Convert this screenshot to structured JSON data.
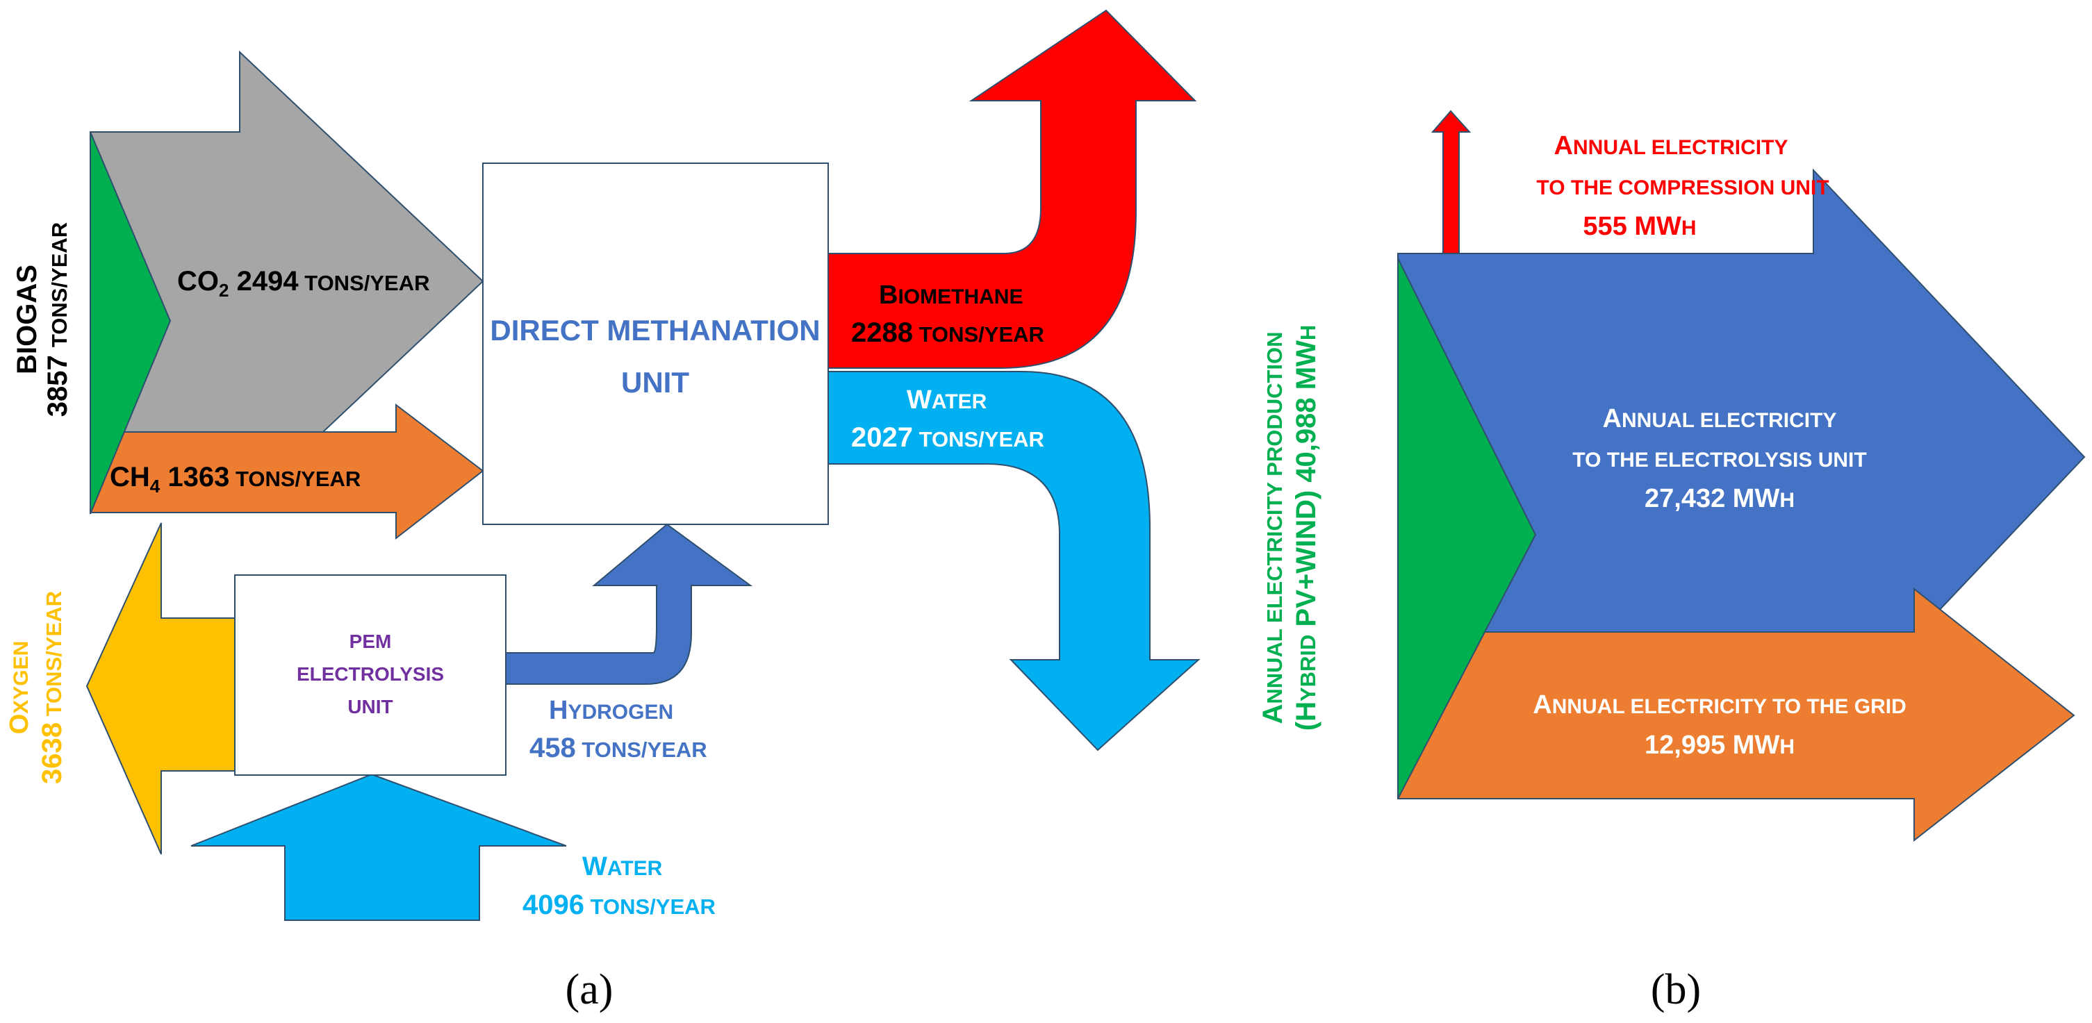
{
  "panel_a": {
    "caption": "(a)",
    "biogas": {
      "name": "BIOGAS",
      "value": "3857",
      "unit": "TONS/YEAR"
    },
    "co2": {
      "prefix": "CO",
      "sub": "2",
      "value": " 2494",
      "unit": " TONS/YEAR"
    },
    "ch4": {
      "prefix": "CH",
      "sub": "4",
      "value": " 1363",
      "unit": " TONS/YEAR"
    },
    "methanation": {
      "line1": "DIRECT METHANATION",
      "line2": "UNIT"
    },
    "biomethane": {
      "name_initial": "B",
      "name_rest": "IOMETHANE",
      "value": "2288",
      "unit": " TONS/YEAR"
    },
    "water_out": {
      "name_initial": "W",
      "name_rest": "ATER",
      "value": "2027",
      "unit": " TONS/YEAR"
    },
    "electrolysis": {
      "line1": "PEM",
      "line2": "ELECTROLYSIS",
      "line3": "UNIT"
    },
    "hydrogen": {
      "name_initial": "H",
      "name_rest": "YDROGEN",
      "value": "458",
      "unit": " TONS/YEAR"
    },
    "oxygen": {
      "name_initial": "O",
      "name_rest": "XYGEN",
      "value": "3638",
      "unit": " TONS/YEAR"
    },
    "water_in": {
      "name_initial": "W",
      "name_rest": "ATER",
      "value": "4096",
      "unit": " TONS/YEAR"
    }
  },
  "panel_b": {
    "caption": "(b)",
    "production": {
      "line1_initial": "A",
      "line1_rest": "NNUAL ELECTRICITY PRODUCTION",
      "line2": "(H",
      "line2_b": "YBRID",
      "line2_c": " PV+WIND)",
      "value": "  40,988 MW",
      "unit_suffix": "H"
    },
    "compression": {
      "line1_initial": "A",
      "line1_rest": "NNUAL ELECTRICITY",
      "line2": "TO THE COMPRESSION UNIT",
      "value": "555 MW",
      "unit_suffix": "H"
    },
    "electrolysis": {
      "line1_initial": "A",
      "line1_rest": "NNUAL ELECTRICITY",
      "line2": "TO THE ELECTROLYSIS UNIT",
      "value": "27,432 MW",
      "unit_suffix": "H"
    },
    "grid": {
      "line1_initial": "A",
      "line1_rest": "NNUAL ELECTRICITY TO THE GRID",
      "value": "12,995 MW",
      "unit_suffix": "H"
    }
  },
  "colors": {
    "co2_gray": "#a6a6a6",
    "biogas_green": "#00b050",
    "ch4_orange": "#ed7d31",
    "biomethane_red": "#ff0000",
    "water_blue": "#00b0f0",
    "hydrogen_blue": "#4472c4",
    "oxygen_yellow": "#ffc000",
    "electrolysis_text_purple": "#7030a0",
    "methanation_text_blue": "#4472c4",
    "electricity_blue": "#4472c4",
    "outline": "#2f4f6f"
  }
}
